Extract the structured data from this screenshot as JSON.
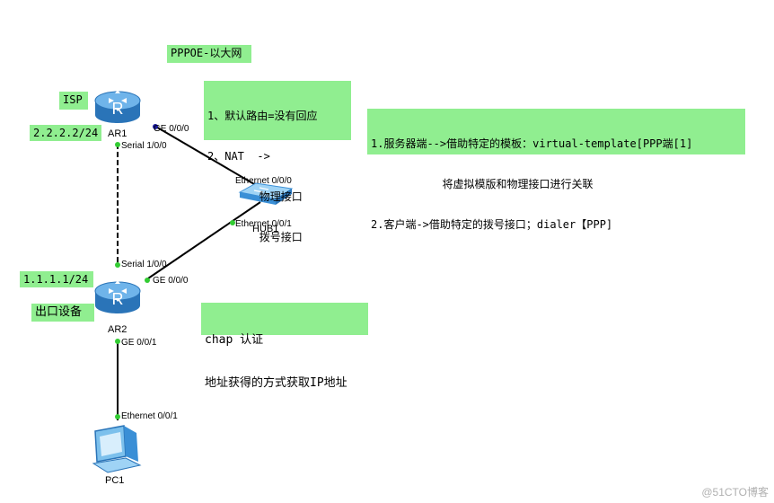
{
  "notes": {
    "title": "PPPOE-以大网",
    "isp_tag": "ISP",
    "isp_ip": "2.2.2.2/24",
    "ar2_ip": "1.1.1.1/24",
    "exit_device": "出口设备",
    "config_lines": [
      "1、默认路由=没有回应",
      "2、NAT  ->",
      "        物理接口",
      "        拨号接口"
    ],
    "server_lines": [
      "1.服务器端-->借助特定的模板：virtual-template[PPP端[1]",
      "           将虚拟模版和物理接口进行关联",
      "2.客户端->借助特定的拨号接口；dialer【PPP]"
    ],
    "chap_lines": [
      "chap 认证",
      "地址获得的方式获取IP地址"
    ]
  },
  "devices": {
    "ar1": "AR1",
    "ar2": "AR2",
    "hub": "HUB1",
    "pc": "PC1"
  },
  "ports": {
    "ar1_ge": "GE 0/0/0",
    "ar1_serial": "Serial 1/0/0",
    "hub_eth0": "Ethernet 0/0/0",
    "hub_eth1": "Ethernet 0/0/1",
    "ar2_serial": "Serial 1/0/0",
    "ar2_ge0": "GE 0/0/0",
    "ar2_ge1": "GE 0/0/1",
    "pc_eth": "Ethernet 0/0/1"
  },
  "watermark": "@51CTO博客",
  "colors": {
    "note_bg": "#90ee90",
    "router_blue": "#3a8fd6",
    "port_green": "#33cc33",
    "port_blue": "#1a1aa0"
  }
}
